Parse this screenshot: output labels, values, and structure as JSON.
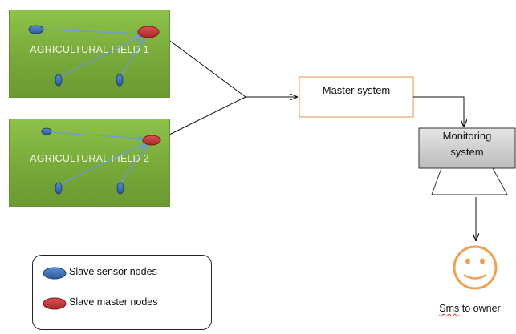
{
  "fields": [
    {
      "label": "AGRICULTURAL FIELD 1"
    },
    {
      "label": "AGRICULTURAL FIELD 2"
    }
  ],
  "master_system": {
    "label": "Master system"
  },
  "monitoring_system": {
    "line1": "Monitoring",
    "line2": "system"
  },
  "legend": {
    "sensor_label": "Slave sensor nodes",
    "master_label": "Slave master nodes"
  },
  "owner": {
    "word1": "Sms",
    "rest": " to owner"
  },
  "colors": {
    "field": "#7aab3c",
    "sensor_node": "#3d6fb0",
    "master_node": "#c0393a",
    "arrow_blue": "#5b8bd0",
    "master_border": "#e8934a",
    "monitor_fill": "#cfcfcf",
    "smiley": "#f0a050"
  }
}
